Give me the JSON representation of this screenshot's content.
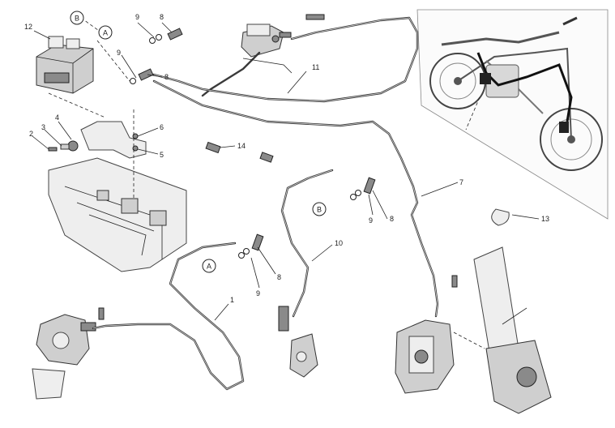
{
  "callouts": {
    "n1": "1",
    "n2": "2",
    "n3": "3",
    "n4": "4",
    "n5": "5",
    "n6": "6",
    "n7": "7",
    "n8": "8",
    "n9": "9",
    "n10": "10",
    "n11": "11",
    "n12": "12",
    "n13": "13",
    "n14": "14"
  },
  "refs": {
    "a": "A",
    "b": "B"
  }
}
